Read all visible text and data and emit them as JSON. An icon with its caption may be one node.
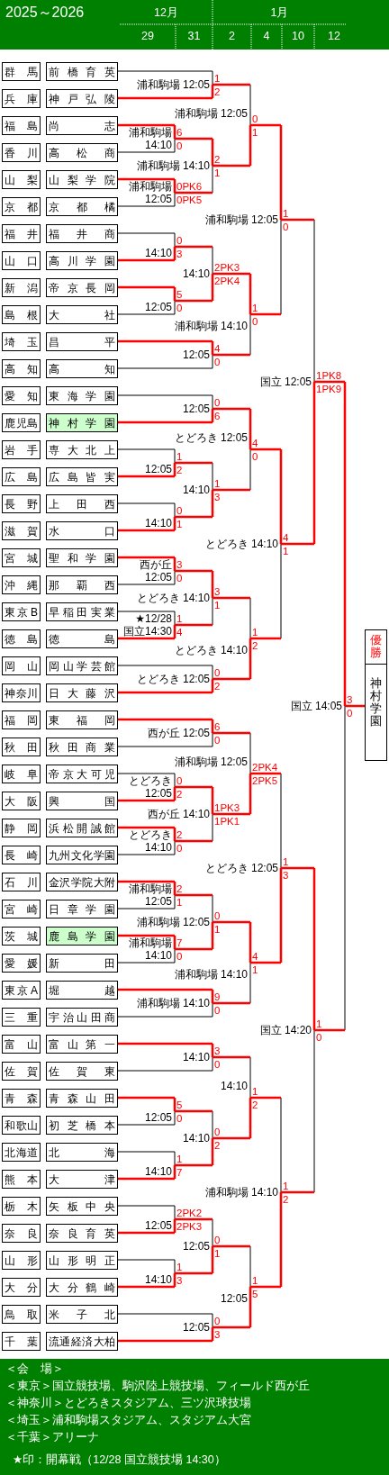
{
  "diagram": {
    "title": "2025～2026",
    "nodes": [
      {
        "text": [
          "群馬"
        ]
      },
      {
        "text": [
          "前橋育英"
        ]
      },
      {
        "text": [
          "兵庫"
        ]
      },
      {
        "text": [
          "神戸弘陵"
        ]
      },
      {
        "text": [
          "福島"
        ]
      },
      {
        "text": [
          "尚志"
        ]
      },
      {
        "text": [
          "香川"
        ]
      },
      {
        "text": [
          "高松商"
        ]
      },
      {
        "text": [
          "山梨"
        ]
      },
      {
        "text": [
          "山梨学院"
        ]
      },
      {
        "text": [
          "京都"
        ]
      },
      {
        "text": [
          "京都橘"
        ]
      },
      {
        "text": [
          "福井"
        ]
      },
      {
        "text": [
          "福井商"
        ]
      },
      {
        "text": [
          "山口"
        ]
      },
      {
        "text": [
          "高川学園"
        ]
      },
      {
        "text": [
          "新潟"
        ]
      },
      {
        "text": [
          "帝京長岡"
        ]
      },
      {
        "text": [
          "島根"
        ]
      },
      {
        "text": [
          "大社"
        ]
      },
      {
        "text": [
          "埼玉"
        ]
      },
      {
        "text": [
          "昌平"
        ]
      },
      {
        "text": [
          "高知"
        ]
      },
      {
        "text": [
          "高知"
        ]
      },
      {
        "text": [
          "愛知"
        ]
      },
      {
        "text": [
          "東海学園"
        ]
      },
      {
        "text": [
          "鹿児島"
        ]
      },
      {
        "text": [
          "神村学園"
        ]
      },
      {
        "text": [
          "岩手"
        ]
      },
      {
        "text": [
          "専大北上"
        ]
      },
      {
        "text": [
          "広島"
        ]
      },
      {
        "text": [
          "広島皆実"
        ]
      },
      {
        "text": [
          "長野"
        ]
      },
      {
        "text": [
          "上田西"
        ]
      },
      {
        "text": [
          "滋賀"
        ]
      },
      {
        "text": [
          "水口"
        ]
      },
      {
        "text": [
          "宮城"
        ]
      },
      {
        "text": [
          "聖和学園"
        ]
      },
      {
        "text": [
          "沖縄"
        ]
      },
      {
        "text": [
          "那覇西"
        ]
      },
      {
        "text": [
          "東京B"
        ]
      },
      {
        "text": [
          "早稲田実業"
        ]
      },
      {
        "text": [
          "徳島"
        ]
      },
      {
        "text": [
          "徳島"
        ]
      },
      {
        "text": [
          "岡山"
        ]
      },
      {
        "text": [
          "岡山学芸館"
        ]
      },
      {
        "text": [
          "神奈川"
        ]
      },
      {
        "text": [
          "日大藤沢"
        ]
      },
      {
        "text": [
          "福岡"
        ]
      },
      {
        "text": [
          "東福岡"
        ]
      },
      {
        "text": [
          "秋田"
        ]
      },
      {
        "text": [
          "秋田商業"
        ]
      },
      {
        "text": [
          "岐阜"
        ]
      },
      {
        "text": [
          "帝京大可児"
        ]
      },
      {
        "text": [
          "大阪"
        ]
      },
      {
        "text": [
          "興国"
        ]
      },
      {
        "text": [
          "静岡"
        ]
      },
      {
        "text": [
          "浜松開誠館"
        ]
      },
      {
        "text": [
          "長崎"
        ]
      },
      {
        "text": [
          "九州文化学園"
        ]
      },
      {
        "text": [
          "石川"
        ]
      },
      {
        "text": [
          "金沢学院大附"
        ]
      },
      {
        "text": [
          "宮崎"
        ]
      },
      {
        "text": [
          "日章学園"
        ]
      },
      {
        "text": [
          "茨城"
        ]
      },
      {
        "text": [
          "鹿島学園"
        ]
      },
      {
        "text": [
          "愛媛"
        ]
      },
      {
        "text": [
          "新田"
        ]
      },
      {
        "text": [
          "東京A"
        ]
      },
      {
        "text": [
          "堀越"
        ]
      },
      {
        "text": [
          "三重"
        ]
      },
      {
        "text": [
          "宇治山田商"
        ]
      },
      {
        "text": [
          "富山"
        ]
      },
      {
        "text": [
          "富山第一"
        ]
      },
      {
        "text": [
          "佐賀"
        ]
      },
      {
        "text": [
          "佐賀東"
        ]
      },
      {
        "text": [
          "青森"
        ]
      },
      {
        "text": [
          "青森山田"
        ]
      },
      {
        "text": [
          "和歌山"
        ]
      },
      {
        "text": [
          "初芝橋本"
        ]
      },
      {
        "text": [
          "北海道"
        ]
      },
      {
        "text": [
          "北海"
        ]
      },
      {
        "text": [
          "熊本"
        ]
      },
      {
        "text": [
          "大津"
        ]
      },
      {
        "text": [
          "栃木"
        ]
      },
      {
        "text": [
          "矢板中央"
        ]
      },
      {
        "text": [
          "奈良"
        ]
      },
      {
        "text": [
          "奈良育英"
        ]
      },
      {
        "text": [
          "山形"
        ]
      },
      {
        "text": [
          "山形明正"
        ]
      },
      {
        "text": [
          "大分"
        ]
      },
      {
        "text": [
          "大分鶴崎"
        ]
      },
      {
        "text": [
          "鳥取"
        ]
      },
      {
        "text": [
          "米子北"
        ]
      },
      {
        "text": [
          "千葉"
        ]
      },
      {
        "text": [
          "流通経済大柏"
        ]
      },
      {
        "text": [
          "優勝",
          "神村学園"
        ]
      }
    ],
    "labels": [
      "12月",
      "1月",
      "29",
      "31",
      "2",
      "4",
      "10",
      "12",
      "浦和駒場 12:05",
      "1",
      "2",
      "浦和駒場 14:10",
      "6",
      "0",
      "浦和駒場 12:05",
      "0PK6",
      "0PK5",
      "浦和駒場 14:10",
      "2",
      "1",
      "浦和駒場 12:05",
      "0",
      "1",
      "14:10",
      "0",
      "3",
      "12:05",
      "5",
      "0",
      "14:10",
      "2PK3",
      "2PK4",
      "12:05",
      "4",
      "0",
      "浦和駒場 14:10",
      "1",
      "0",
      "浦和駒場 12:05",
      "1",
      "0",
      "12:05",
      "0",
      "6",
      "12:05",
      "1",
      "2",
      "14:10",
      "0",
      "1",
      "14:10",
      "1",
      "3",
      "とどろき 12:05",
      "4",
      "0",
      "西が丘 12:05",
      "3",
      "0",
      "★12/28 国立14:30",
      "1",
      "4",
      "とどろき 14:10",
      "3",
      "1",
      "とどろき 12:05",
      "0",
      "2",
      "とどろき 14:10",
      "1",
      "2",
      "とどろき 14:10",
      "4",
      "1",
      "国立 12:05",
      "1PK8",
      "1PK9",
      "西が丘 12:05",
      "6",
      "0",
      "とどろき 12:05",
      "0",
      "2",
      "とどろき 14:10",
      "2",
      "0",
      "西が丘 14:10",
      "1PK3",
      "1PK1",
      "浦和駒場 12:05",
      "2PK4",
      "2PK5",
      "浦和駒場 12:05",
      "2",
      "1",
      "浦和駒場 14:10",
      "7",
      "0",
      "浦和駒場 12:05",
      "0",
      "1",
      "浦和駒場 14:10",
      "9",
      "0",
      "浦和駒場 14:10",
      "4",
      "1",
      "とどろき 12:05",
      "1",
      "3",
      "14:10",
      "3",
      "0",
      "12:05",
      "5",
      "0",
      "14:10",
      "1",
      "7",
      "14:10",
      "0",
      "2",
      "14:10",
      "1",
      "2",
      "12:05",
      "2PK2",
      "2PK3",
      "14:10",
      "1",
      "3",
      "12:05",
      "0",
      "1",
      "12:05",
      "0",
      "3",
      "12:05",
      "1",
      "5",
      "浦和駒場 14:10",
      "1",
      "2",
      "国立 14:20",
      "1",
      "0",
      "国立 14:05",
      "3",
      "0",
      "＜会　場＞",
      "＜東京＞国立競技場、駒沢陸上競技場、フィールド西が丘",
      "＜神奈川＞とどろきスタジアム、三ツ沢球技場",
      "＜埼玉＞浦和駒場スタジアム、スタジアム大宮",
      "＜千葉＞アリーナ",
      "★印：開幕戦（12/28 国立競技場 14:30）"
    ]
  }
}
